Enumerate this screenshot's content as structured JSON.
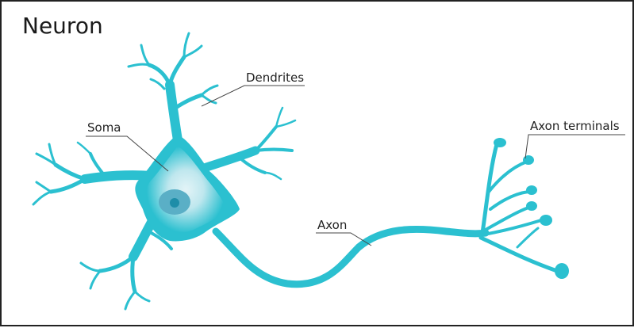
{
  "diagram": {
    "title": "Neuron",
    "labels": {
      "dendrites": "Dendrites",
      "soma": "Soma",
      "axon": "Axon",
      "axon_terminals": "Axon terminals"
    },
    "colors": {
      "cell": "#2BC0D0",
      "soma_glow": "#D6EEF2",
      "nucleus": "#5AAFC6",
      "nucleolus": "#1E8DA8",
      "frame": "#222222"
    }
  }
}
